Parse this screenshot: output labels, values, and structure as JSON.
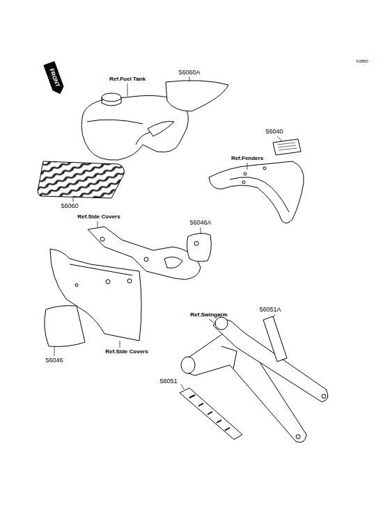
{
  "diagram": {
    "labels": [
      "FRONT",
      "F2860",
      "Ref.Fuel Tank",
      "56060A",
      "56040",
      "Ref.Fenders",
      "56060",
      "Ref.Side Covers",
      "56046A",
      "Ref.Side Covers",
      "56046",
      "Ref.Swingarm",
      "56051A",
      "56051"
    ]
  }
}
